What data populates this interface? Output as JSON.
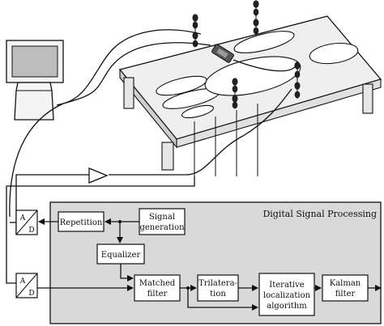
{
  "dsp_title": "Digital Signal Processing",
  "adc_top": {
    "a": "A",
    "d": "D"
  },
  "adc_bottom": {
    "a": "A",
    "d": "D"
  },
  "blocks": {
    "repetition": "Repetition",
    "signal_generation": [
      "Signal",
      "generation"
    ],
    "equalizer": "Equalizer",
    "matched_filter": [
      "Matched",
      "filter"
    ],
    "trilateration": [
      "Trilatera-",
      "tion"
    ],
    "iterative": [
      "Iterative",
      "localization",
      "algorithm"
    ],
    "kalman": [
      "Kalman",
      "filter"
    ]
  },
  "colors": {
    "dsp_panel": "#d9d9d9",
    "ink": "#111111",
    "monitor_screen": "#bdbdbd"
  }
}
